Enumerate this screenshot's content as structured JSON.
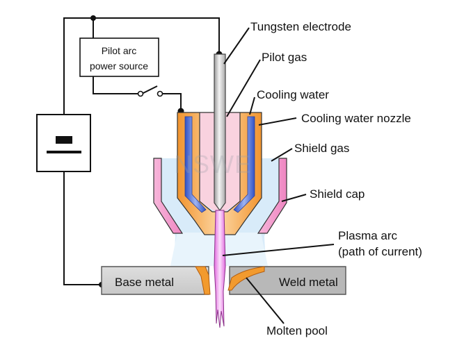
{
  "labels": {
    "tungsten_electrode": "Tungsten electrode",
    "pilot_gas": "Pilot gas",
    "cooling_water": "Cooling water",
    "cooling_water_nozzle": "Cooling water nozzle",
    "shield_gas": "Shield gas",
    "shield_cap": "Shield cap",
    "plasma_arc_line1": "Plasma arc",
    "plasma_arc_line2": "(path of current)",
    "base_metal": "Base metal",
    "weld_metal": "Weld metal",
    "molten_pool": "Molten pool",
    "pilot_power_line1": "Pilot arc",
    "pilot_power_line2": "power source"
  },
  "watermark": "NSWE",
  "colors": {
    "line": "#111111",
    "copper": "#f59a3c",
    "copper_light": "#fcd9a8",
    "water": "#5577dd",
    "pilot_gas": "#f7c9d8",
    "shield_gas": "#cfe6f7",
    "shield_cap": "#f29acb",
    "electrode": "#cfcfcf",
    "plasma": "#ef88ea",
    "metal": "#d9d9d9",
    "molten": "#f29a2e"
  }
}
